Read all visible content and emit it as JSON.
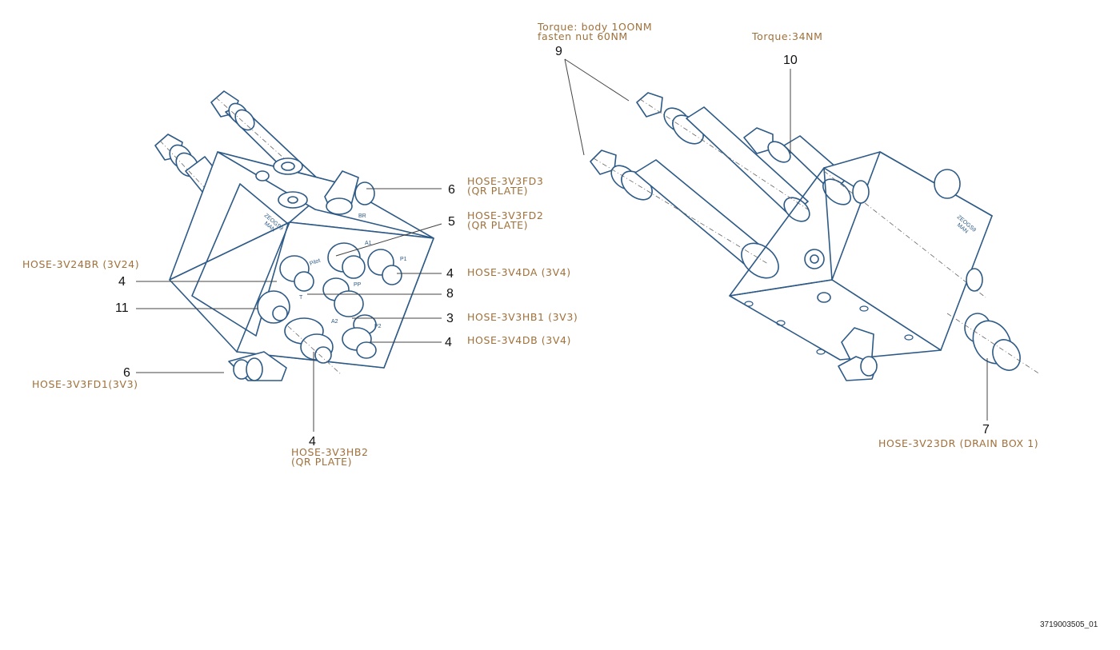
{
  "diagram": {
    "left_assembly": {
      "port_labels": {
        "pilot": "Pilot",
        "a1": "A1",
        "p1": "P1",
        "pp": "PP",
        "t": "T",
        "a2": "A2",
        "p2": "P2",
        "br": "BR"
      },
      "body_mark": [
        "ZEOGS9",
        "MAN"
      ],
      "callouts": [
        {
          "number": "6",
          "label_lines": [
            "HOSE-3V3FD3",
            "(QR PLATE)"
          ]
        },
        {
          "number": "5",
          "label_lines": [
            "HOSE-3V3FD2",
            "(QR PLATE)"
          ]
        },
        {
          "number": "4",
          "label_lines": [
            "HOSE-3V24BR (3V24)"
          ]
        },
        {
          "number": "4",
          "label_lines": [
            "HOSE-3V4DA (3V4)"
          ]
        },
        {
          "number": "8",
          "label_lines": []
        },
        {
          "number": "11",
          "label_lines": []
        },
        {
          "number": "3",
          "label_lines": [
            "HOSE-3V3HB1 (3V3)"
          ]
        },
        {
          "number": "4",
          "label_lines": [
            "HOSE-3V4DB (3V4)"
          ]
        },
        {
          "number": "6",
          "label_lines": [
            "HOSE-3V3FD1(3V3)"
          ]
        },
        {
          "number": "4",
          "label_lines": [
            "HOSE-3V3HB2",
            "(QR PLATE)"
          ]
        }
      ]
    },
    "right_assembly": {
      "body_mark": [
        "ZEOGS9",
        "MAN"
      ],
      "torque_notes": [
        {
          "lines": [
            "Torque: body 1OONM",
            "fasten nut 60NM"
          ]
        },
        {
          "lines": [
            "Torque:34NM"
          ]
        }
      ],
      "callouts": [
        {
          "number": "9",
          "label_lines": []
        },
        {
          "number": "10",
          "label_lines": []
        },
        {
          "number": "7",
          "label_lines": [
            "HOSE-3V23DR (DRAIN BOX 1)"
          ]
        }
      ]
    },
    "document_id": "3719003505_01",
    "colors": {
      "line_art": "#2d5a86",
      "label_text": "#a0703a",
      "callout_number": "#111111",
      "leader_line": "#444444"
    }
  }
}
